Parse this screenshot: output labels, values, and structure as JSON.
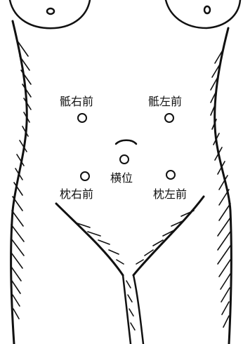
{
  "labels": {
    "sacrum_right": "骶右前",
    "sacrum_left": "骶左前",
    "transverse": "横位",
    "occiput_right": "枕右前",
    "occiput_left": "枕左前"
  },
  "icons": {
    "torso": "female-torso-outline-illustration",
    "navel": "navel-icon",
    "marker": "listening-point-circle-icon"
  },
  "colors": {
    "ink": "#111111",
    "background": "#ffffff"
  }
}
